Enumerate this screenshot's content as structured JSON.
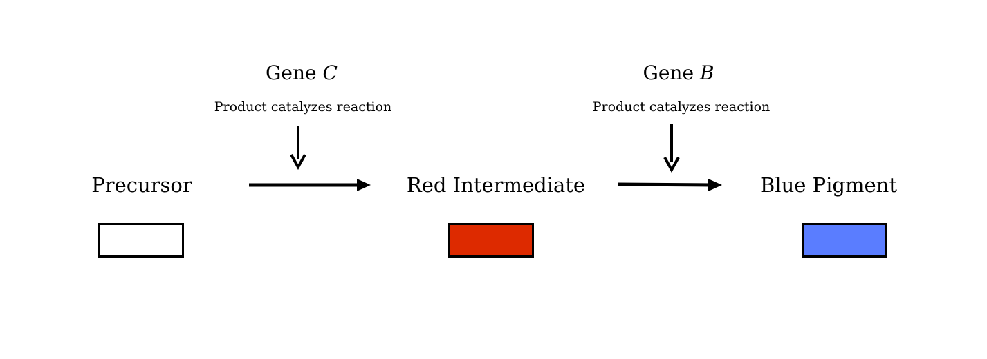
{
  "genes": [
    {
      "prefix": "Gene ",
      "letter": "C",
      "note": "Product catalyzes reaction"
    },
    {
      "prefix": "Gene ",
      "letter": "B",
      "note": "Product catalyzes reaction"
    }
  ],
  "compounds": [
    {
      "label": "Precursor",
      "color": "#ffffff"
    },
    {
      "label": "Red Intermediate",
      "color": "#dd2a00"
    },
    {
      "label": "Blue Pigment",
      "color": "#5a7dff"
    }
  ]
}
